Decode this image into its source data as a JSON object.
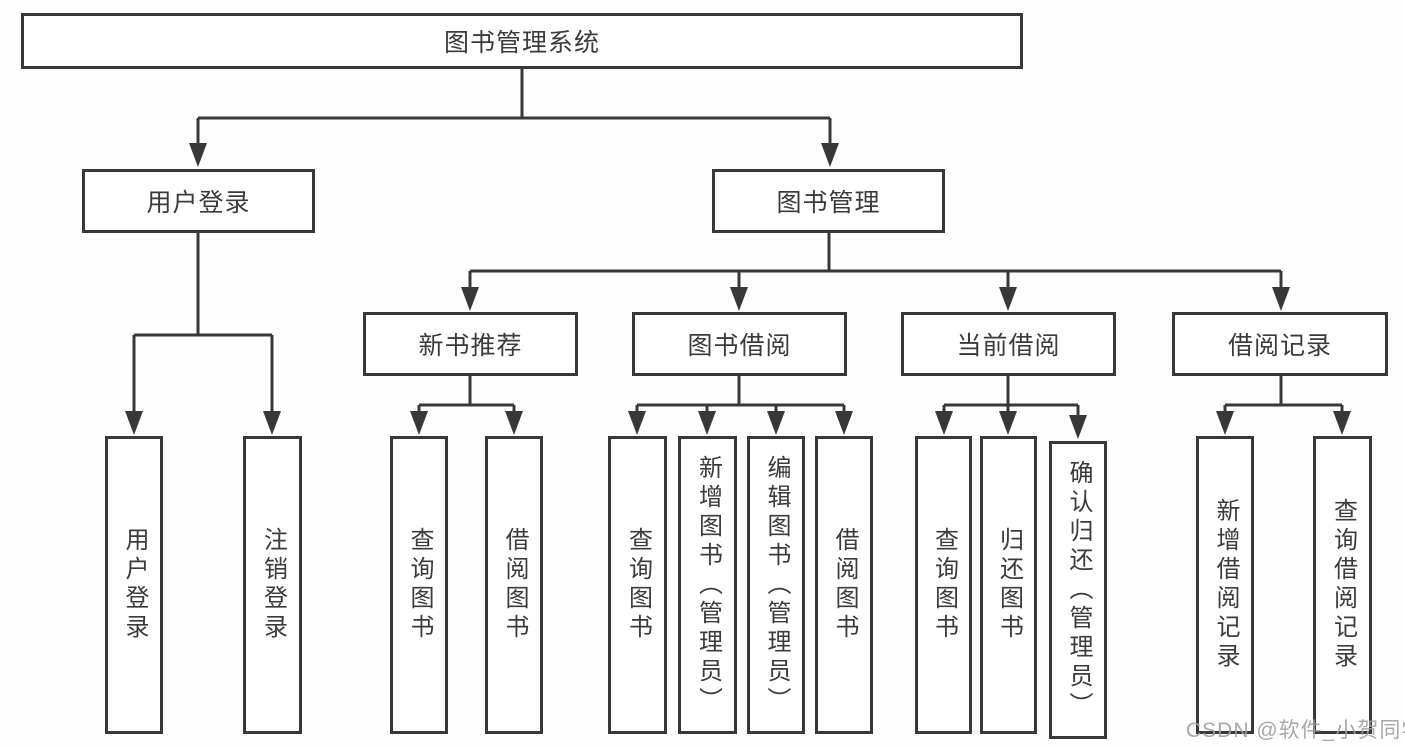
{
  "diagram": {
    "root": {
      "label": "图书管理系统"
    },
    "branches": [
      {
        "label": "用户登录",
        "children": [
          {
            "label": "用户登录"
          },
          {
            "label": "注销登录"
          }
        ]
      },
      {
        "label": "图书管理",
        "children": [
          {
            "label": "新书推荐",
            "children": [
              {
                "label": "查询图书"
              },
              {
                "label": "借阅图书"
              }
            ]
          },
          {
            "label": "图书借阅",
            "children": [
              {
                "label": "查询图书"
              },
              {
                "label": "新增图书（管理员）"
              },
              {
                "label": "编辑图书（管理员）"
              },
              {
                "label": "借阅图书"
              }
            ]
          },
          {
            "label": "当前借阅",
            "children": [
              {
                "label": "查询图书"
              },
              {
                "label": "归还图书"
              },
              {
                "label": "确认归还（管理员）"
              }
            ]
          },
          {
            "label": "借阅记录",
            "children": [
              {
                "label": "新增借阅记录"
              },
              {
                "label": "查询借阅记录"
              }
            ]
          }
        ]
      }
    ],
    "watermark": "CSDN @软件_小贺同学",
    "colors": {
      "line": "#383838",
      "text": "#3b3b3b",
      "box_background": "#ffffff",
      "watermark": "#9e9ea3"
    }
  }
}
